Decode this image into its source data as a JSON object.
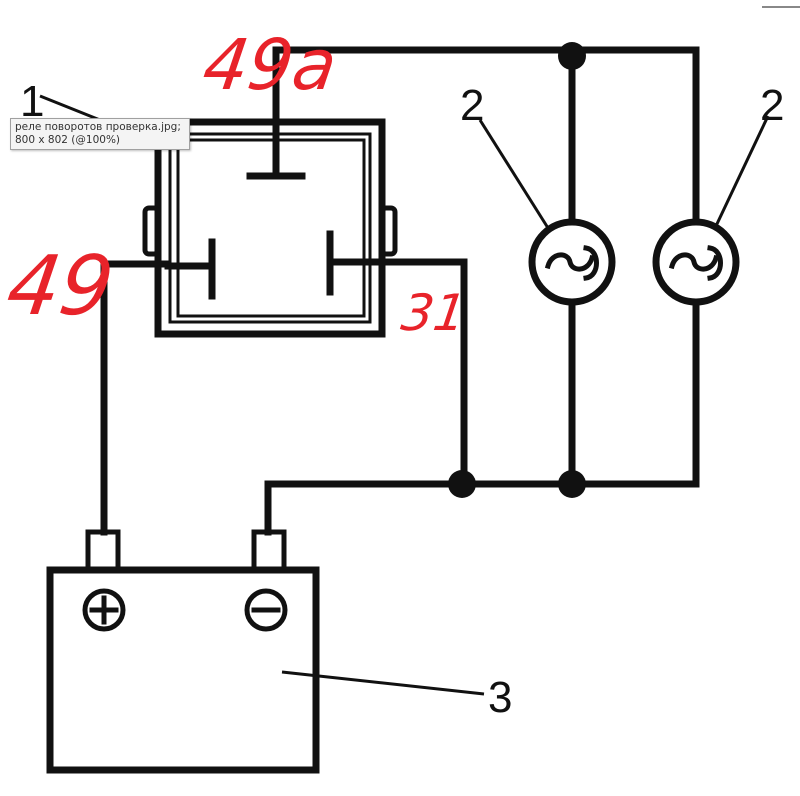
{
  "labels": {
    "relay": "1",
    "lamp_left": "2",
    "lamp_right": "2",
    "battery": "3"
  },
  "terminals": {
    "t49a": "49a",
    "t49": "49",
    "t31": "31"
  },
  "battery_symbols": {
    "plus": "+",
    "minus": "−"
  },
  "tooltip": {
    "filename": "реле поворотов проверка.jpg;",
    "info": "800 x 802 (@100%)"
  },
  "colors": {
    "annotation": "#e8232a",
    "lines": "#111111",
    "tooltip_bg": "#f4f4f4"
  }
}
